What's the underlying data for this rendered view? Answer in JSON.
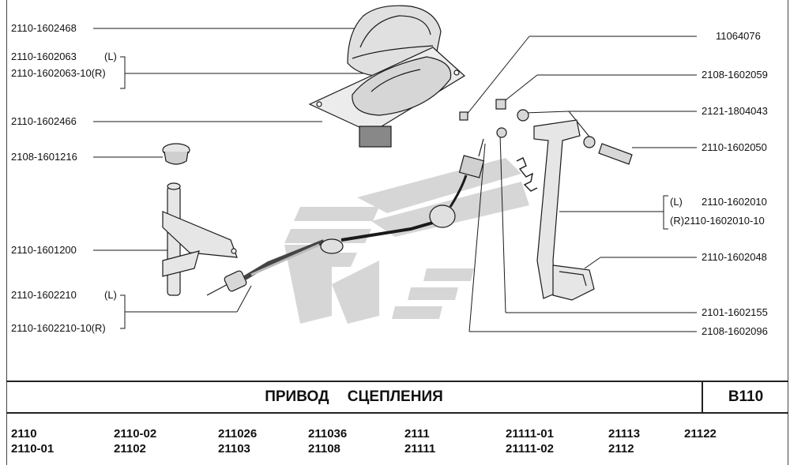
{
  "labels": {
    "l1": "2110-1602468",
    "l2a": "2110-1602063",
    "l2a_side": "(L)",
    "l2b": "2110-1602063-10(R)",
    "l3": "2110-1602466",
    "l4": "2108-1601216",
    "l5": "2110-1601200",
    "l6a": "2110-1602210",
    "l6a_side": "(L)",
    "l6b": "2110-1602210-10(R)",
    "r1": "11064076",
    "r2": "2108-1602059",
    "r3": "2121-1804043",
    "r4": "2110-1602050",
    "r5a_side": "(L)",
    "r5a": "2110-1602010",
    "r5b": "(R)2110-1602010-10",
    "r6": "2110-1602048",
    "r7": "2101-1602155",
    "r8": "2108-1602096"
  },
  "footer": {
    "title": "ПРИВОД СЦЕПЛЕНИЯ",
    "code": "В110"
  },
  "models": [
    [
      "2110",
      "2110-01"
    ],
    [
      "2110-02",
      "21102"
    ],
    [
      "211026",
      "21103"
    ],
    [
      "211036",
      "21108"
    ],
    [
      "2111",
      "21111"
    ],
    [
      "21111-01",
      "21111-02"
    ],
    [
      "21113",
      "2112"
    ],
    [
      "21122",
      ""
    ]
  ],
  "colors": {
    "line": "#1a1a1a",
    "part_fill": "#e6e6e6",
    "part_dark": "#555555",
    "watermark": "#c8c8c8"
  }
}
